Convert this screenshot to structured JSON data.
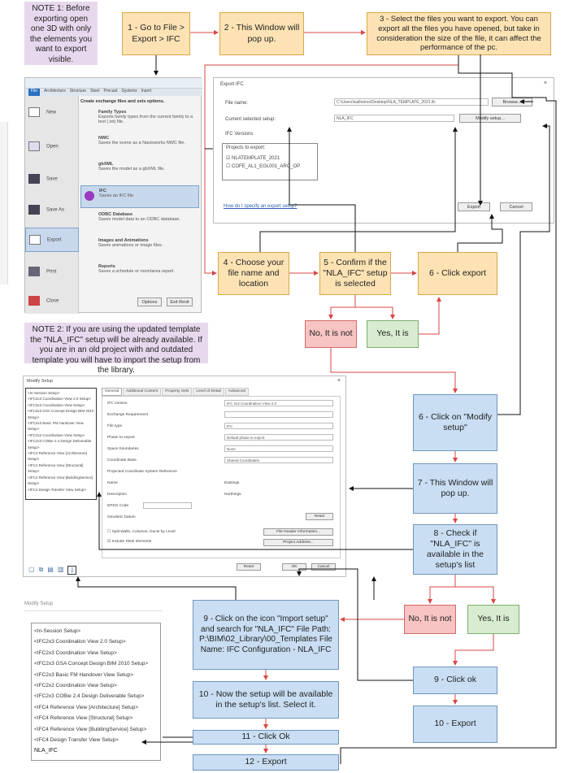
{
  "notes": {
    "note1": "NOTE 1: Before exporting open one 3D with only the elements you want to export visible.",
    "note2": "NOTE 2: If you are using the updated template the \"NLA_IFC\" setup will be already available. If you are in an old project with and outdated template you will have to import the setup from the library."
  },
  "steps": {
    "s1": "1 - Go to File > Export > IFC",
    "s2": "2 - This Window will pop up.",
    "s3": "3 - Select the files you want to export. You can export all the files you have opened, but take in consideration the size of the file, it can affect the performance of the pc.",
    "s4": "4 - Choose your file name and location",
    "s5": "5 - Confirm if the \"NLA_IFC\" setup is selected",
    "s6": "6 - Click export",
    "no1": "No, It is not",
    "yes1": "Yes, It is",
    "s6b": "6 - Click on \"Modify setup\"",
    "s7": "7 - This Window will pop up.",
    "s8": "8 - Check if \"NLA_IFC\" is available in the setup's list",
    "no2": "No, It is not",
    "yes2": "Yes, It is",
    "s9a": "9 - Click on the icon \"Import setup\" and search for \"NLA_IFC\" File Path: P:\\BIM\\02_Library\\00_Templates File Name: IFC Configuration - NLA_IFC",
    "s9b": "9 - Click ok",
    "s10a": "10 - Now the setup will be available in the setup's list. Select it.",
    "s10b": "10 - Export",
    "s11": "11 - Click Ok",
    "s12": "12 - Export"
  },
  "revit_menu": {
    "tabs": [
      "File",
      "Architecture",
      "Structure",
      "Steel",
      "Precast",
      "Systems",
      "Insert"
    ],
    "header": "Create exchange files and sets options.",
    "left_items": [
      "New",
      "Open",
      "Save",
      "Save As",
      "Export",
      "Print",
      "Close"
    ],
    "right_items": [
      {
        "title": "Family Types",
        "desc": "Exports family types from the current family to a text (.txt) file."
      },
      {
        "title": "NWC",
        "desc": "Saves the scene as a Navisworks NWC file."
      },
      {
        "title": "gbXML",
        "desc": "Saves the model as a gbXML file."
      },
      {
        "title": "IFC",
        "desc": "Saves an IFC file."
      },
      {
        "title": "ODBC Database",
        "desc": "Saves model data to an ODBC database."
      },
      {
        "title": "Images and Animations",
        "desc": "Saves animations or image files."
      },
      {
        "title": "Reports",
        "desc": "Saves a schedule or room/area report."
      }
    ],
    "options_btn": "Options",
    "exit_btn": "Exit Revit"
  },
  "export_ifc": {
    "title": "Export IFC",
    "file_name_label": "File name:",
    "file_name_value": "C:\\Users\\lsalheiros\\Desktop\\NLA_TEMPLATE_2021.ifc",
    "browse": "Browse...",
    "setup_label": "Current selected setup:",
    "setup_value": "NLA_IFC",
    "modify": "Modify setup...",
    "versions_label": "IFC Versions",
    "projects_label": "Projects to export:",
    "projects": [
      "NLATEMPLATE_2021",
      "COFE_AL1_EGL001_ARC_OP"
    ],
    "help": "How do I specify an export setup?",
    "export": "Export",
    "cancel": "Cancel"
  },
  "modify_setup": {
    "title": "Modify Setup",
    "list": [
      "<In-Session Setup>",
      "<IFC2x3 Coordination View 2.0 Setup>",
      "<IFC2x3 Coordination View Setup>",
      "<IFC2x3 GSA Concept Design BIM 2010 Setup>",
      "<IFC2x3 Basic FM Handover View Setup>",
      "<IFC2x2 Coordination View Setup>",
      "<IFC2x3 COBie 2.4 Design Deliverable Setup>",
      "<IFC4 Reference View [Architecture] Setup>",
      "<IFC4 Reference View [Structural] Setup>",
      "<IFC4 Reference View [BuildingService] Setup>",
      "<IFC4 Design Transfer View Setup>"
    ],
    "tabs": [
      "General",
      "Additional Content",
      "Property Sets",
      "Level of Detail",
      "Advanced"
    ],
    "fields": [
      {
        "label": "IFC version",
        "value": "IFC 2x3 Coordination View 2.0"
      },
      {
        "label": "Exchange Requirement",
        "value": ""
      },
      {
        "label": "File type",
        "value": "IFC"
      },
      {
        "label": "Phase to export",
        "value": "Default phase to export"
      },
      {
        "label": "Space boundaries",
        "value": "None"
      },
      {
        "label": "Coordinate Base",
        "value": "Shared Coordinates"
      }
    ],
    "coord_title": "Projected Coordinate System Reference",
    "coord_rows": [
      [
        "Name",
        "Eastings"
      ],
      [
        "Description",
        "Northings"
      ],
      [
        "EPSG Code",
        ""
      ],
      [
        "Geodetic Datum",
        ""
      ]
    ],
    "reset": "Reset",
    "split": "Split Walls, Columns, Ducts by Level",
    "include": "Include Steel elements",
    "file_header": "File Header Information...",
    "project_addr": "Project Address...",
    "ok": "OK",
    "cancel": "Cancel",
    "reset2": "Reset"
  },
  "modify_setup_zoom": {
    "title": "Modify Setup",
    "list": [
      "<In-Session Setup>",
      "<IFC2x3 Coordination View 2.0 Setup>",
      "<IFC2x3 Coordination View Setup>",
      "<IFC2x3 GSA Concept Design BIM 2010 Setup>",
      "<IFC2x3 Basic FM Handover View Setup>",
      "<IFC2x2 Coordination View Setup>",
      "<IFC2x3 COBie 2.4 Design Deliverable Setup>",
      "<IFC4 Reference View [Architecture] Setup>",
      "<IFC4 Reference View [Structural] Setup>",
      "<IFC4 Reference View [BuildingService] Setup>",
      "<IFC4 Design Transfer View Setup>",
      "NLA_IFC"
    ]
  }
}
